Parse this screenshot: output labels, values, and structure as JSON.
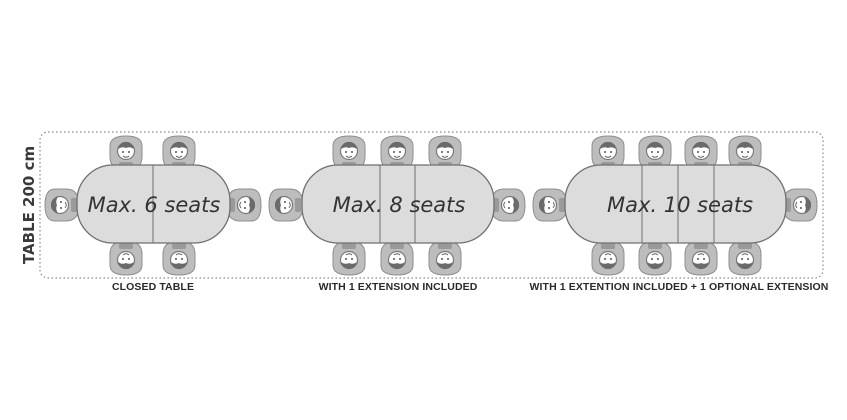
{
  "side_label": "TABLE 200 cm",
  "colors": {
    "table_fill": "#dcdcdc",
    "table_stroke": "#6f6f6f",
    "chair_fill": "#bdbdbd",
    "chair_stroke": "#8e8e8e",
    "face_fill": "#ffffff",
    "border": "#888888"
  },
  "configurations": [
    {
      "seats_label": "Max. 6 seats",
      "caption": "CLOSED TABLE",
      "extensions": 0
    },
    {
      "seats_label": "Max. 8 seats",
      "caption": "WITH 1 EXTENSION INCLUDED",
      "extensions": 1
    },
    {
      "seats_label": "Max. 10 seats",
      "caption": "WITH 1 EXTENTION INCLUDED + 1 OPTIONAL EXTENSION",
      "extensions": 2
    }
  ]
}
